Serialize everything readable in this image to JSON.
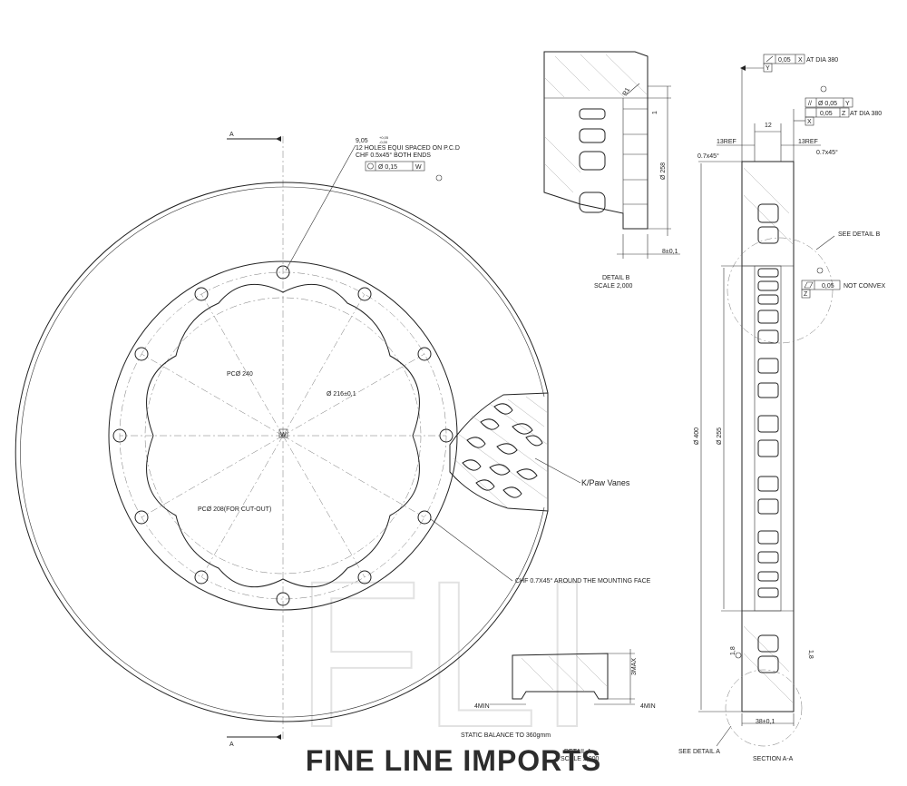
{
  "watermark": "FLI",
  "brand": "FINE LINE IMPORTS",
  "section_marker": "A",
  "hole_callout": {
    "diameter": "9,05",
    "tol_upper": "+0,05",
    "tol_lower": "-0,00",
    "line1": "12 HOLES EQUI SPACED ON P.C.D",
    "line2": "CHF 0.5x45° BOTH ENDS",
    "fcf_value": "Ø 0,15",
    "fcf_datum": "W"
  },
  "disc": {
    "pcd_240": "PCØ 240",
    "dia_216": "Ø 216±0,1",
    "pcd_208": "PCØ 208(FOR CUT-OUT)",
    "center_datum": "W",
    "vanes_label": "K/Paw Vanes",
    "chamfer_note": "CHF 0.7X45° AROUND THE MOUNTING FACE"
  },
  "detail_b": {
    "r1": "R1",
    "dim_1": "1",
    "dia_258": "Ø 258",
    "dim_8": "8±0,1",
    "title": "DETAIL  B",
    "scale": "SCALE  2,000"
  },
  "detail_a": {
    "dim_3max": "3MAX",
    "min_left": "4MIN",
    "min_right": "4MIN",
    "title": "DETAIL  A",
    "scale": "SCALE  2,000",
    "balance": "STATIC BALANCE TO 360gmm"
  },
  "section": {
    "fcf_top_value": "0,05",
    "fcf_top_datum": "X",
    "fcf_top_note": "AT DIA 380",
    "datum_y": "Y",
    "fcf_par_value": "Ø 0,05",
    "fcf_par_datum": "Y",
    "fcf_pos_value": "0,05",
    "fcf_pos_datum": "Z",
    "fcf_pos_note": "AT DIA 380",
    "datum_x": "X",
    "dim_12": "12",
    "ref_left": "13REF",
    "ref_right": "13REF",
    "chf_left": "0.7x45°",
    "chf_right": "0.7x45°",
    "see_detail_b": "SEE DETAIL  B",
    "flat_value": "0,05",
    "flat_note": "NOT CONVEX",
    "datum_z": "Z",
    "dia_400": "Ø 400",
    "dia_255": "Ø 255",
    "dim_1_8_left": "1,8",
    "dim_1_8_right": "1,8",
    "dim_38": "38±0,1",
    "see_detail_a": "SEE DETAIL  A",
    "section_title": "SECTION  A-A"
  }
}
